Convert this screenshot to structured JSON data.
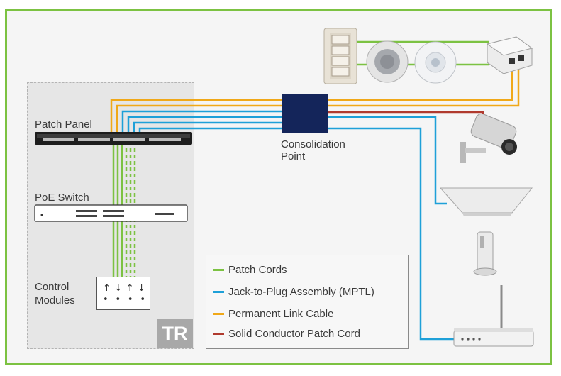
{
  "labels": {
    "patch_panel": "Patch Panel",
    "poe_switch": "PoE Switch",
    "control_modules_line1": "Control",
    "control_modules_line2": "Modules",
    "consolidation_line1": "Consolidation",
    "consolidation_line2": "Point",
    "tr": "TR"
  },
  "control_module_symbols": {
    "top": [
      "↑",
      "↓",
      "↑",
      "↓"
    ],
    "bottom": [
      "•",
      "•",
      "•",
      "•"
    ]
  },
  "legend": [
    {
      "color": "#7cc242",
      "text": "Patch Cords"
    },
    {
      "color": "#1ea0d8",
      "text": "Jack-to-Plug Assembly (MPTL)"
    },
    {
      "color": "#f0a818",
      "text": "Permanent Link Cable"
    },
    {
      "color": "#b03a2e",
      "text": "Solid Conductor Patch Cord"
    }
  ],
  "colors": {
    "frame": "#7cc242",
    "patch_cord": "#7cc242",
    "mptl": "#1ea0d8",
    "permanent_link": "#f0a818",
    "solid_conductor": "#b03a2e",
    "consolidation_point": "#14255a"
  },
  "devices": [
    {
      "name": "wall-switch-panel-icon"
    },
    {
      "name": "ceiling-speaker-icon"
    },
    {
      "name": "occupancy-sensor-icon"
    },
    {
      "name": "surface-mount-box-icon"
    },
    {
      "name": "security-camera-icon"
    },
    {
      "name": "wireless-access-point-icon"
    },
    {
      "name": "pole-access-point-icon"
    },
    {
      "name": "wifi-router-icon"
    }
  ]
}
